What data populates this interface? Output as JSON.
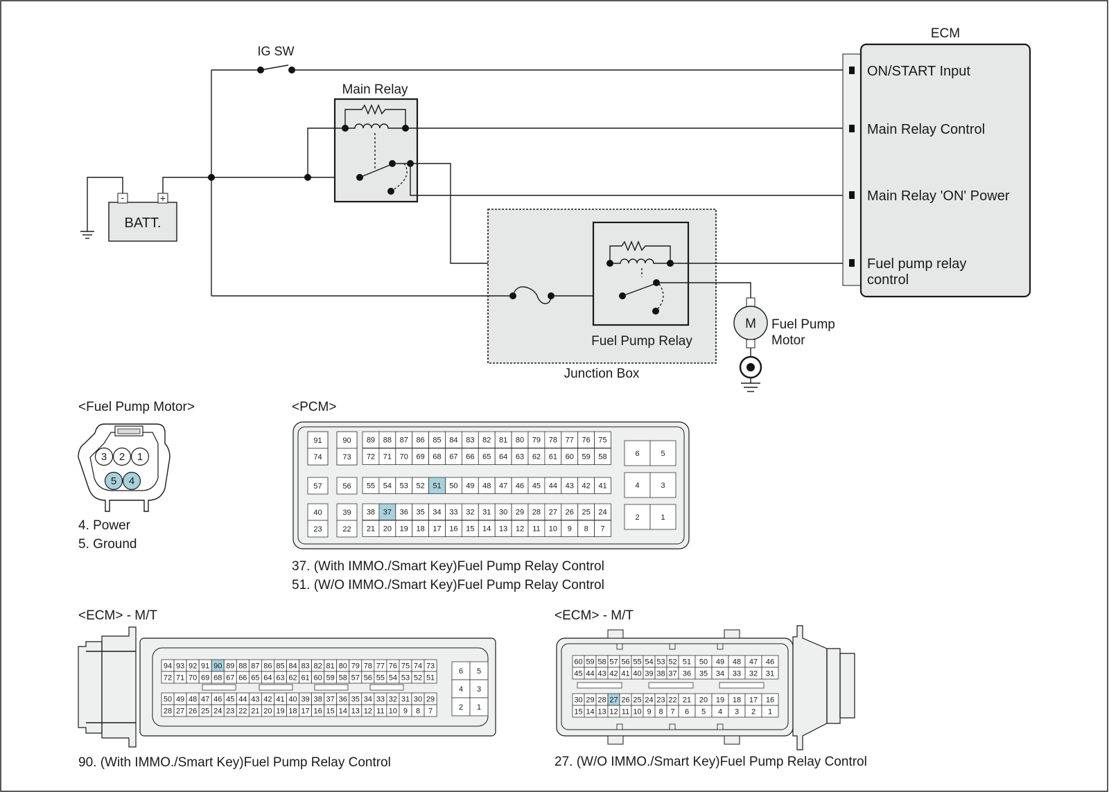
{
  "colors": {
    "highlight": "#a9d1dc",
    "box_fill": "#e6e8e8",
    "line": "#1a1a1a"
  },
  "schematic": {
    "ig_sw": "IG SW",
    "main_relay": "Main Relay",
    "batt": "BATT.",
    "batt_minus": "-",
    "batt_plus": "+",
    "junction_box": "Junction Box",
    "fuel_pump_relay": "Fuel Pump Relay",
    "motor_symbol": "M",
    "fuel_pump_motor_1": "Fuel Pump",
    "fuel_pump_motor_2": "Motor",
    "ecm": "ECM",
    "ecm_pins": [
      "ON/START Input",
      "Main Relay Control",
      "Main Relay 'ON' Power",
      "Fuel pump relay",
      "control"
    ]
  },
  "fuel_pump_motor_connector": {
    "title": "<Fuel Pump Motor>",
    "pins_top": [
      "3",
      "2",
      "1"
    ],
    "pins_bottom": [
      "5",
      "4"
    ],
    "highlighted": [
      "5",
      "4"
    ],
    "notes": [
      "4. Power",
      "5. Ground"
    ]
  },
  "pcm_connector": {
    "title": "<PCM>",
    "left_block": [
      [
        "91",
        "74"
      ],
      [
        "90",
        "73"
      ],
      [
        "57"
      ],
      [
        "56"
      ],
      [
        "40",
        "23"
      ],
      [
        "39",
        "22"
      ]
    ],
    "row1": [
      "89",
      "88",
      "87",
      "86",
      "85",
      "84",
      "83",
      "82",
      "81",
      "80",
      "79",
      "78",
      "77",
      "76",
      "75"
    ],
    "row2": [
      "72",
      "71",
      "70",
      "69",
      "68",
      "67",
      "66",
      "65",
      "64",
      "63",
      "62",
      "61",
      "60",
      "59",
      "58"
    ],
    "row3": [
      "55",
      "54",
      "53",
      "52",
      "51",
      "50",
      "49",
      "48",
      "47",
      "46",
      "45",
      "44",
      "43",
      "42",
      "41"
    ],
    "row4": [
      "38",
      "37",
      "36",
      "35",
      "34",
      "33",
      "32",
      "31",
      "30",
      "29",
      "28",
      "27",
      "26",
      "25",
      "24"
    ],
    "row5": [
      "21",
      "20",
      "19",
      "18",
      "17",
      "16",
      "15",
      "14",
      "13",
      "12",
      "11",
      "10",
      "9",
      "8",
      "7"
    ],
    "right_block": [
      [
        "6",
        "5"
      ],
      [
        "4",
        "3"
      ],
      [
        "2",
        "1"
      ]
    ],
    "highlighted": [
      "51",
      "37"
    ],
    "notes": [
      "37. (With IMMO./Smart Key)Fuel Pump Relay Control",
      "51. (W/O IMMO./Smart Key)Fuel Pump Relay Control"
    ]
  },
  "ecm_mt_left": {
    "title": "<ECM> - M/T",
    "row1": [
      "94",
      "93",
      "92",
      "91",
      "90",
      "89",
      "88",
      "87",
      "86",
      "85",
      "84",
      "83",
      "82",
      "81",
      "80",
      "79",
      "78",
      "77",
      "76",
      "75",
      "74",
      "73"
    ],
    "row2": [
      "72",
      "71",
      "70",
      "69",
      "68",
      "67",
      "66",
      "65",
      "64",
      "63",
      "62",
      "61",
      "60",
      "59",
      "58",
      "57",
      "56",
      "55",
      "54",
      "53",
      "52",
      "51"
    ],
    "row3": [
      "50",
      "49",
      "48",
      "47",
      "46",
      "45",
      "44",
      "43",
      "42",
      "41",
      "40",
      "39",
      "38",
      "37",
      "36",
      "35",
      "34",
      "33",
      "32",
      "31",
      "30",
      "29"
    ],
    "row4": [
      "28",
      "27",
      "26",
      "25",
      "24",
      "23",
      "22",
      "21",
      "20",
      "19",
      "18",
      "17",
      "16",
      "15",
      "14",
      "13",
      "12",
      "11",
      "10",
      "9",
      "8",
      "7"
    ],
    "side": [
      [
        "6",
        "5"
      ],
      [
        "4",
        "3"
      ],
      [
        "2",
        "1"
      ]
    ],
    "highlighted": [
      "90"
    ],
    "note": "90. (With IMMO./Smart Key)Fuel Pump Relay Control"
  },
  "ecm_mt_right": {
    "title": "<ECM> - M/T",
    "row1": [
      "60",
      "59",
      "58",
      "57",
      "56",
      "55",
      "54",
      "53",
      "52",
      "51",
      "50",
      "49",
      "48",
      "47",
      "46"
    ],
    "row2": [
      "45",
      "44",
      "43",
      "42",
      "41",
      "40",
      "39",
      "38",
      "37",
      "36",
      "35",
      "34",
      "33",
      "32",
      "31"
    ],
    "row3": [
      "30",
      "29",
      "28",
      "27",
      "26",
      "25",
      "24",
      "23",
      "22",
      "21",
      "20",
      "19",
      "18",
      "17",
      "16"
    ],
    "row4": [
      "15",
      "14",
      "13",
      "12",
      "11",
      "10",
      "9",
      "8",
      "7",
      "6",
      "5",
      "4",
      "3",
      "2",
      "1"
    ],
    "highlighted": [
      "27"
    ],
    "note": "27. (W/O IMMO./Smart Key)Fuel Pump Relay Control"
  }
}
